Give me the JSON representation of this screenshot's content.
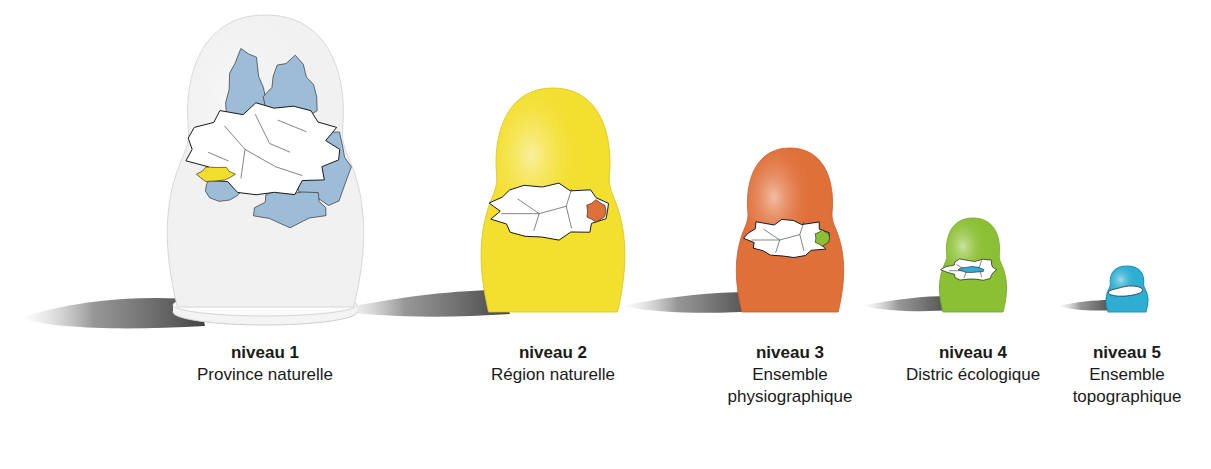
{
  "diagram": {
    "nodes": [
      {
        "text": [
          "niveau 1",
          "Province naturelle"
        ]
      },
      {
        "text": [
          "niveau 2",
          "Région naturelle"
        ]
      },
      {
        "text": [
          "niveau 3",
          "Ensemble physiographique"
        ]
      },
      {
        "text": [
          "niveau 4",
          "Distric écologique"
        ]
      },
      {
        "text": [
          "niveau 5",
          "Ensemble topographique"
        ]
      }
    ]
  }
}
